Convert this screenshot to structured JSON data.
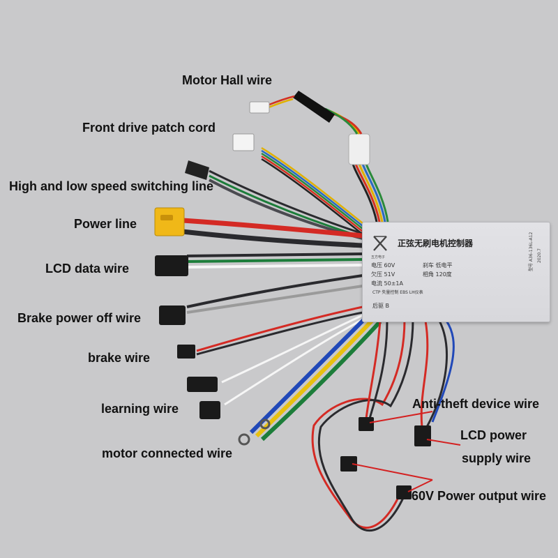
{
  "labels": {
    "motor_hall": "Motor Hall wire",
    "front_drive": "Front drive patch cord",
    "speed_switch": "High and low speed switching line",
    "power_line": "Power line",
    "lcd_data": "LCD data wire",
    "brake_power_off": "Brake power off wire",
    "brake": "brake wire",
    "learning": "learning wire",
    "motor_connected": "motor connected wire",
    "anti_theft": "Anti-theft device wire",
    "lcd_power_1": "LCD power",
    "lcd_power_2": "supply wire",
    "power_output": "60V Power output wire"
  },
  "controller": {
    "title": "正弦无刷电机控制器",
    "brand": "五方电子",
    "voltage": "电压 60V",
    "undervoltage": "欠压 51V",
    "current": "电流 50±1A",
    "brake": "刹车 低电平",
    "phase_angle": "相角 120度",
    "features": "CTP  失量控制  EBS  LH仪表",
    "rear_drive": "后驱 B",
    "model": "型号 A36-136L-A12",
    "date": "2020.7"
  },
  "colors": {
    "background": "#c9c9cb",
    "controller_case": "#dedee2",
    "wire_red": "#d42a24",
    "wire_black": "#2a2a2e",
    "wire_green": "#1c7d3a",
    "wire_blue": "#2048b8",
    "wire_yellow": "#e8c010",
    "wire_white": "#f6f6f6",
    "wire_gray": "#9a9a9a",
    "xt60_connector": "#f0b818",
    "annotation_arrow": "#d42020"
  }
}
